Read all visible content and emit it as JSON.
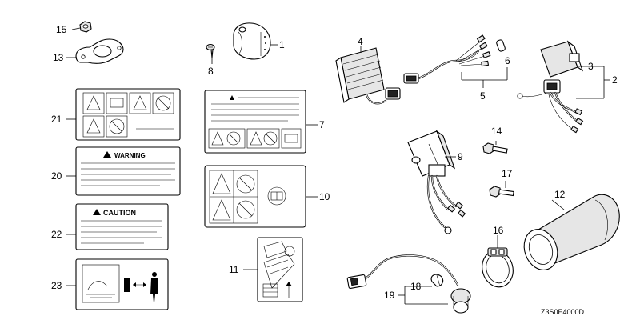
{
  "callouts": {
    "c1": "1",
    "c2": "2",
    "c3": "3",
    "c4": "4",
    "c5": "5",
    "c6": "6",
    "c7": "7",
    "c8": "8",
    "c9": "9",
    "c10": "10",
    "c11": "11",
    "c12": "12",
    "c13": "13",
    "c14": "14",
    "c15": "15",
    "c16": "16",
    "c17": "17",
    "c18": "18",
    "c19": "19",
    "c20": "20",
    "c21": "21",
    "c22": "22",
    "c23": "23"
  },
  "labels": {
    "warning": "WARNING",
    "caution": "CAUTION"
  },
  "diagram_code": "Z3S0E4000D"
}
